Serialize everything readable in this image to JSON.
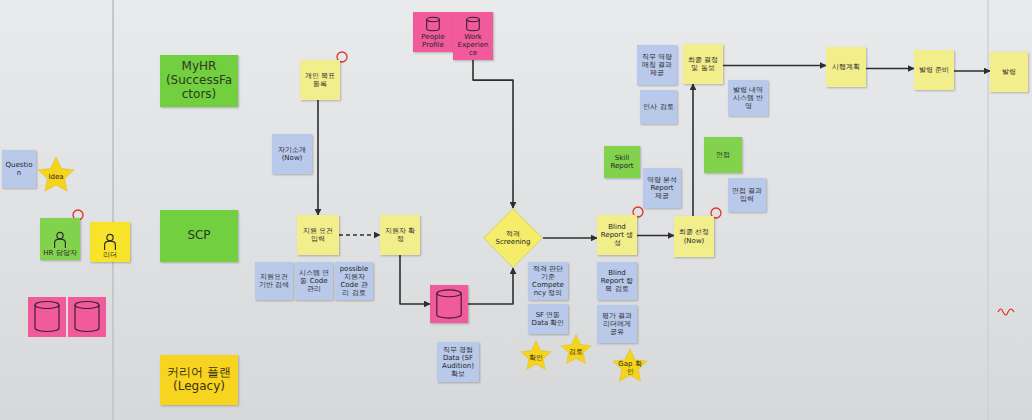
{
  "diagram": {
    "nodes": [
      {
        "text": [
          "Question"
        ]
      },
      {
        "text": [
          "Idea"
        ]
      },
      {
        "text": [
          "HR 담당자"
        ]
      },
      {
        "text": [
          "리더"
        ]
      },
      {
        "text": [
          "MyHR (SuccessFactors)"
        ]
      },
      {
        "text": [
          "SCP"
        ]
      },
      {
        "text": [
          "커리어 플랜 (Legacy)"
        ]
      },
      {
        "text": [
          "개인 목표 등록"
        ]
      },
      {
        "text": [
          "자기소개 (Now)"
        ]
      },
      {
        "text": [
          "People Profile"
        ]
      },
      {
        "text": [
          "Work Experience"
        ]
      },
      {
        "text": [
          "지원 요건 입력"
        ]
      },
      {
        "text": [
          "지원요건 기반 검색"
        ]
      },
      {
        "text": [
          "시스템 연동 Code 관리"
        ]
      },
      {
        "text": [
          "possible 지원자 Code 관리 검토"
        ]
      },
      {
        "text": [
          "지원자 확정"
        ]
      },
      {
        "text": []
      },
      {
        "text": [
          "적격 Screening"
        ]
      },
      {
        "text": [
          "적격 판단 기준 Competency 정의"
        ]
      },
      {
        "text": [
          "SF 연동 Data 확인"
        ]
      },
      {
        "text": [
          "검토"
        ]
      },
      {
        "text": [
          "확인"
        ]
      },
      {
        "text": [
          "직무 경험 Data (SF Audition) 확보"
        ]
      },
      {
        "text": [
          "Blind Report 생성"
        ]
      },
      {
        "text": [
          "Skill Report"
        ]
      },
      {
        "text": [
          "역량 분석 Report 제공"
        ]
      },
      {
        "text": [
          "Blind Report 항목 검토"
        ]
      },
      {
        "text": [
          "평가 결과 리더에게 공유"
        ]
      },
      {
        "text": [
          "Gap 확인"
        ]
      },
      {
        "text": [
          "최종 선정 (Now)"
        ]
      },
      {
        "text": [
          "면접"
        ]
      },
      {
        "text": [
          "면접 결과 입력"
        ]
      },
      {
        "text": [
          "직무 역량 매칭 결과 제공"
        ]
      },
      {
        "text": [
          "인사 검토"
        ]
      },
      {
        "text": [
          "최종 결정 및 통보"
        ]
      },
      {
        "text": [
          "발령 내역 시스템 반영"
        ]
      },
      {
        "text": [
          "시행계획"
        ]
      },
      {
        "text": [
          "발령 준비"
        ]
      },
      {
        "text": [
          "발령"
        ]
      }
    ],
    "edges": [
      {
        "from": 7,
        "to": 11,
        "arrow": "to"
      },
      {
        "from": 11,
        "to": 15,
        "arrow": "to"
      },
      {
        "from": 15,
        "to": 16,
        "arrow": "to"
      },
      {
        "from": 16,
        "to": 17,
        "arrow": "to"
      },
      {
        "from": 10,
        "to": 17,
        "arrow": "to"
      },
      {
        "from": 17,
        "to": 23,
        "arrow": "to"
      },
      {
        "from": 23,
        "to": 29,
        "arrow": "to"
      },
      {
        "from": 29,
        "to": 34,
        "arrow": "to"
      },
      {
        "from": 34,
        "to": 36,
        "arrow": "to"
      },
      {
        "from": 36,
        "to": 37,
        "arrow": "to"
      },
      {
        "from": 37,
        "to": 38,
        "arrow": "to"
      }
    ]
  }
}
